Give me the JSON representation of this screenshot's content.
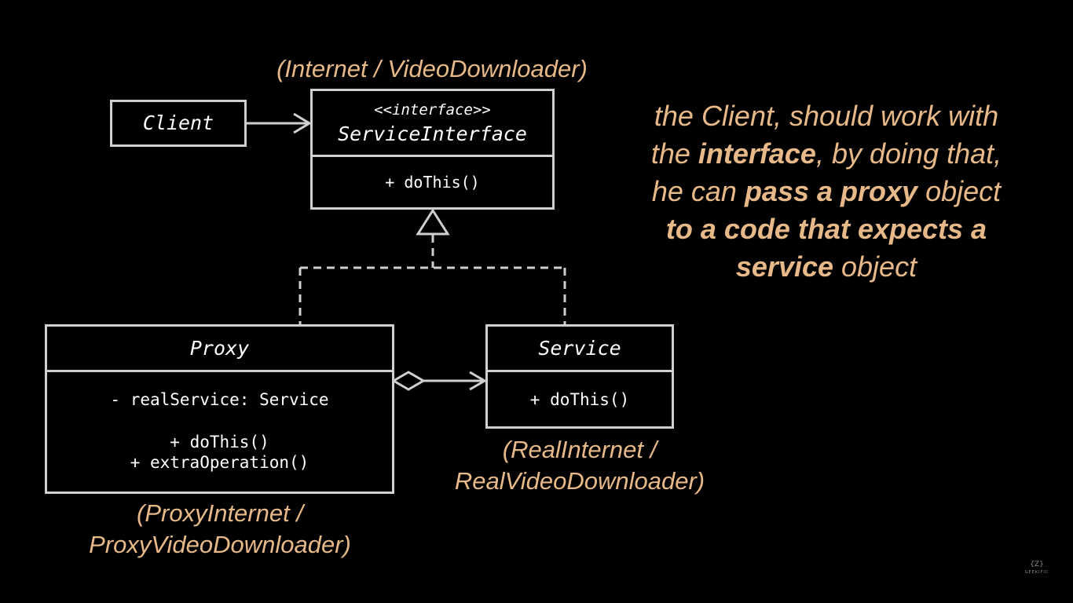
{
  "captions": {
    "interface_impl": "(Internet / VideoDownloader)",
    "service_impl_line1": "(RealInternet /",
    "service_impl_line2": "RealVideoDownloader)",
    "proxy_impl_line1": "(ProxyInternet /",
    "proxy_impl_line2": "ProxyVideoDownloader)"
  },
  "client": {
    "name": "Client"
  },
  "service_interface": {
    "stereotype": "<<interface>>",
    "name": "ServiceInterface",
    "method": "+ doThis()"
  },
  "proxy": {
    "name": "Proxy",
    "field": "- realService: Service",
    "method1": "+ doThis()",
    "method2": "+ extraOperation()"
  },
  "service": {
    "name": "Service",
    "method": "+ doThis()"
  },
  "explanation": {
    "p1": "the Client, should work with the ",
    "b1": "interface",
    "p2": ", by doing that, he can ",
    "b2": "pass a proxy",
    "p3": " object ",
    "b3": "to a code that expects a service",
    "p4": " object"
  },
  "watermark": {
    "mark": "{Z}",
    "brand": "GEEKIFIC"
  },
  "colors": {
    "background": "#000000",
    "box_stroke": "#cfcfcf",
    "caption_text": "#e8b988",
    "box_text": "#ffffff"
  }
}
